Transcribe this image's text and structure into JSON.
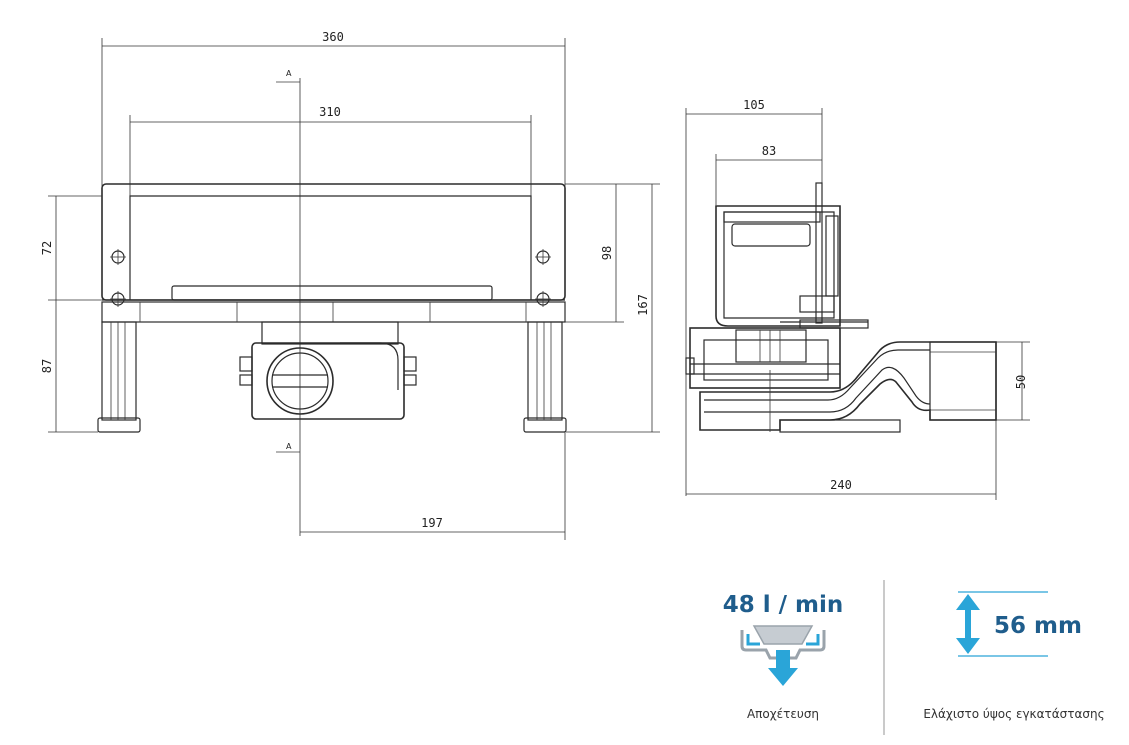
{
  "front_view": {
    "dim_total_width": "360",
    "dim_inner_width": "310",
    "dim_drain_offset": "197",
    "dim_frame_height": "72",
    "dim_body_height": "98",
    "dim_leg_height": "87",
    "dim_total_height": "167",
    "section_mark_top": "A",
    "section_mark_bottom": "A"
  },
  "side_view": {
    "dim_top_width": "105",
    "dim_inner_width": "83",
    "dim_outlet_diameter": "50",
    "dim_total_length": "240"
  },
  "features": {
    "flow_rate": "48 l / min",
    "flow_caption": "Αποχέτευση",
    "height_value": "56 mm",
    "height_caption": "Ελάχιστο ύψος εγκατάστασης",
    "icon_color": "#2aa5d8",
    "text_color": "#1f5d8c"
  }
}
